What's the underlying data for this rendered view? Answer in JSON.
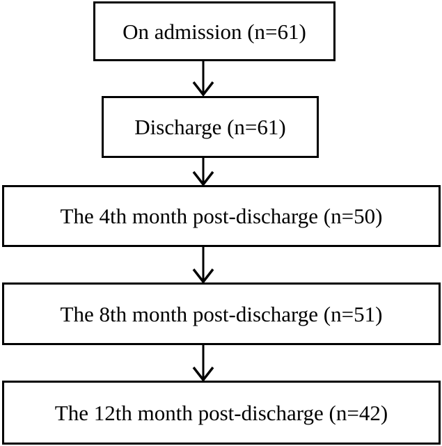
{
  "flow": {
    "steps": [
      {
        "label": "On admission (n=61)"
      },
      {
        "label": "Discharge (n=61)"
      },
      {
        "label": "The 4th month post-discharge (n=50)"
      },
      {
        "label": "The 8th month post-discharge (n=51)"
      },
      {
        "label": "The 12th month post-discharge (n=42)"
      }
    ]
  },
  "colors": {
    "stroke": "#000000",
    "background": "#ffffff"
  }
}
